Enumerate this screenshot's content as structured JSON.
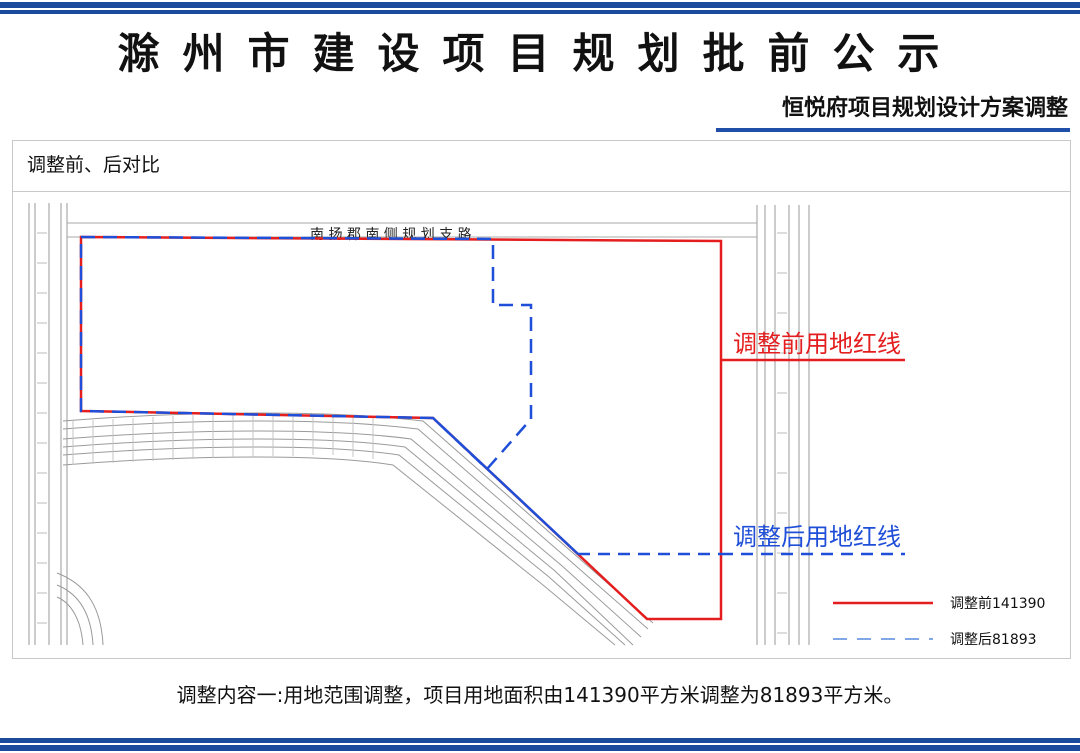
{
  "header": {
    "title": "滁州市建设项目规划批前公示",
    "subtitle": "恒悦府项目规划设计方案调整"
  },
  "panel": {
    "title": "调整前、后对比"
  },
  "map": {
    "road_label": "南 扬 郡 南 侧 规 划 支 路",
    "before_label": "调整前用地红线",
    "after_label": "调整后用地红线",
    "legend": [
      {
        "label": "调整前141390",
        "color": "#e41e1e",
        "style": "solid"
      },
      {
        "label": "调整后81893",
        "color": "#7fa7e6",
        "style": "dashed"
      }
    ],
    "colors": {
      "before": "#e41e1e",
      "after": "#1f4fd8"
    }
  },
  "caption": "调整内容一:用地范围调整，项目用地面积由141390平方米调整为81893平方米。"
}
